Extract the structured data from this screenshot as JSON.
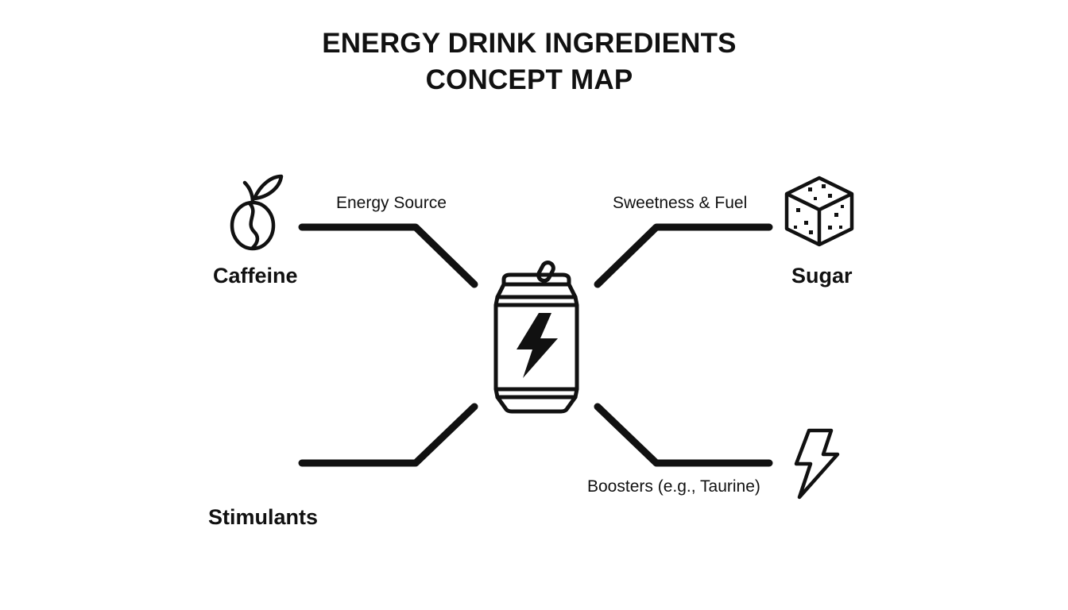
{
  "title": {
    "line1": "ENERGY DRINK INGREDIENTS",
    "line2": "CONCEPT MAP"
  },
  "center": {
    "icon": "energy-drink-can-icon"
  },
  "nodes": {
    "caffeine": {
      "label": "Caffeine",
      "icon": "coffee-bean-icon"
    },
    "sugar": {
      "label": "Sugar",
      "icon": "sugar-cube-icon"
    },
    "stimulants": {
      "label": "Stimulants"
    },
    "boosters": {
      "icon": "lightning-bolt-icon"
    }
  },
  "edges": {
    "caffeine": {
      "label": "Energy Source"
    },
    "sugar": {
      "label": "Sweetness & Fuel"
    },
    "stimulants": {
      "label": ""
    },
    "boosters": {
      "label": "Boosters (e.g., Taurine)"
    }
  },
  "colors": {
    "ink": "#111111",
    "background": "#ffffff"
  }
}
